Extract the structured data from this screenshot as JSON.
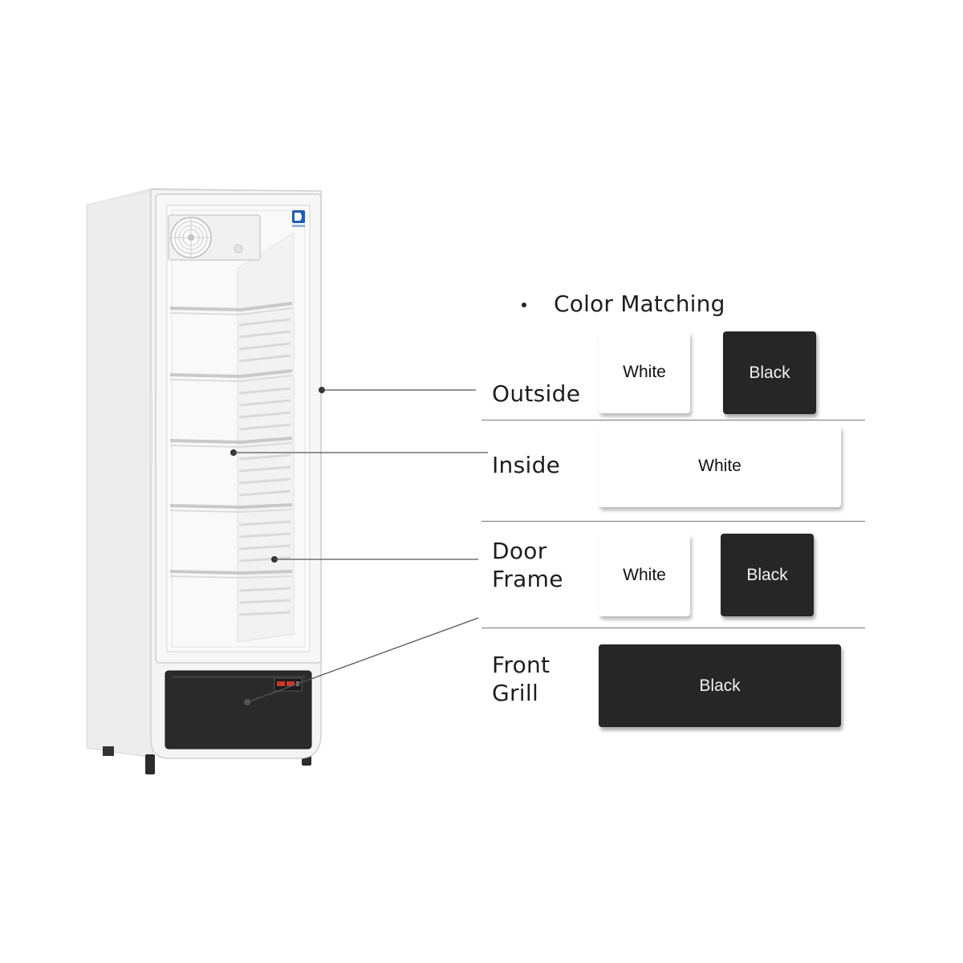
{
  "heading": "Color Matching",
  "rows": [
    {
      "label": "Outside",
      "swatches": [
        {
          "label": "White",
          "color": "#ffffff"
        },
        {
          "label": "Black",
          "color": "#262626"
        }
      ]
    },
    {
      "label": "Inside",
      "swatches": [
        {
          "label": "White",
          "color": "#ffffff"
        }
      ]
    },
    {
      "label_lines": [
        "Door",
        "Frame"
      ],
      "swatches": [
        {
          "label": "White",
          "color": "#ffffff"
        },
        {
          "label": "Black",
          "color": "#262626"
        }
      ]
    },
    {
      "label_lines": [
        "Front",
        "Grill"
      ],
      "swatches": [
        {
          "label": "Black",
          "color": "#262626"
        }
      ]
    }
  ],
  "icons": {
    "brand_logo": "brand-logo-icon",
    "fan": "fan-icon",
    "bullet": "bullet-dot-icon"
  }
}
